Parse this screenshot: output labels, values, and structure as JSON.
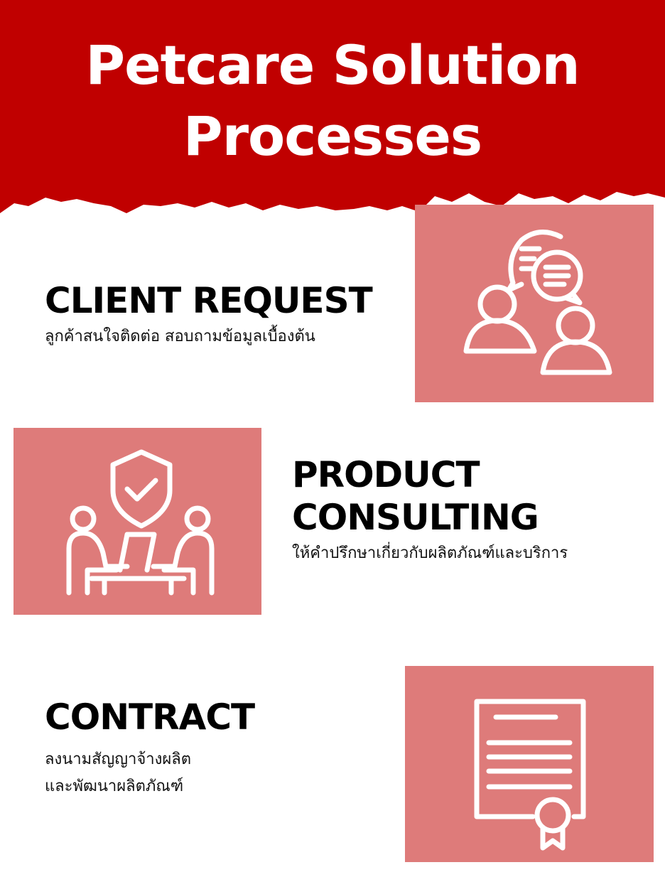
{
  "header": {
    "title_line1": "Petcare Solution",
    "title_line2": "Processes",
    "color": "#c00000"
  },
  "panel_color": "#de7b7a",
  "sections": [
    {
      "heading": "CLIENT REQUEST",
      "description": "ลูกค้าสนใจติดต่อ สอบถามข้อมูลเบื้องต้น",
      "icon": "chat-people-icon"
    },
    {
      "heading_line1": "PRODUCT",
      "heading_line2": "CONSULTING",
      "description": "ให้คำปรึกษาเกี่ยวกับผลิตภัณฑ์และบริการ",
      "icon": "consulting-shield-icon"
    },
    {
      "heading": "CONTRACT",
      "description_line1": "ลงนามสัญญาจ้างผลิต",
      "description_line2": "และพัฒนาผลิตภัณฑ์",
      "icon": "certificate-icon"
    }
  ]
}
